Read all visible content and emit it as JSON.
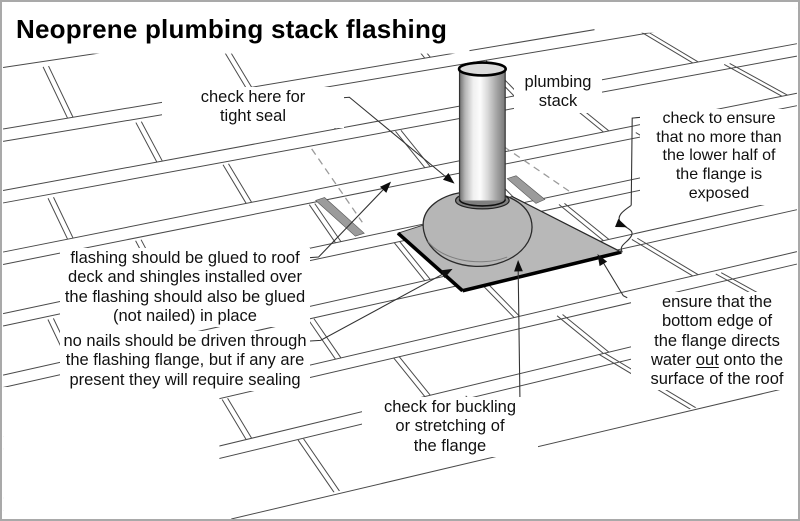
{
  "title": "Neoprene plumbing stack flashing",
  "labels": {
    "tight_seal": "check here for\ntight seal",
    "plumbing_stack": "plumbing\nstack",
    "lower_half_exposed": "check to ensure\nthat no more than\nthe lower half of\nthe flange is\nexposed",
    "glue_flashing": "flashing should be glued to roof\ndeck and shingles installed over\nthe flashing should also be glued\n(not nailed) in place",
    "no_nails": "no nails should be driven through\nthe flashing flange, but if any are\npresent they will require sealing",
    "bottom_edge_pre": "ensure that the\nbottom edge of\nthe flange directs\nwater ",
    "bottom_edge_underlined": "out",
    "bottom_edge_post": " onto the\nsurface of the roof",
    "buckling": "check for buckling\nor stretching of\nthe flange"
  },
  "colors": {
    "roof_line": "#4a4a4a",
    "flange_gray": "#b8b8b8",
    "boot_gray": "#b6b6b6",
    "collar_gray": "#7f7f7f",
    "strip_gray": "#9b9b9b",
    "leader_line": "#333333",
    "arrow_black": "#0d0d0d",
    "border_gray": "#a9a9a9"
  }
}
